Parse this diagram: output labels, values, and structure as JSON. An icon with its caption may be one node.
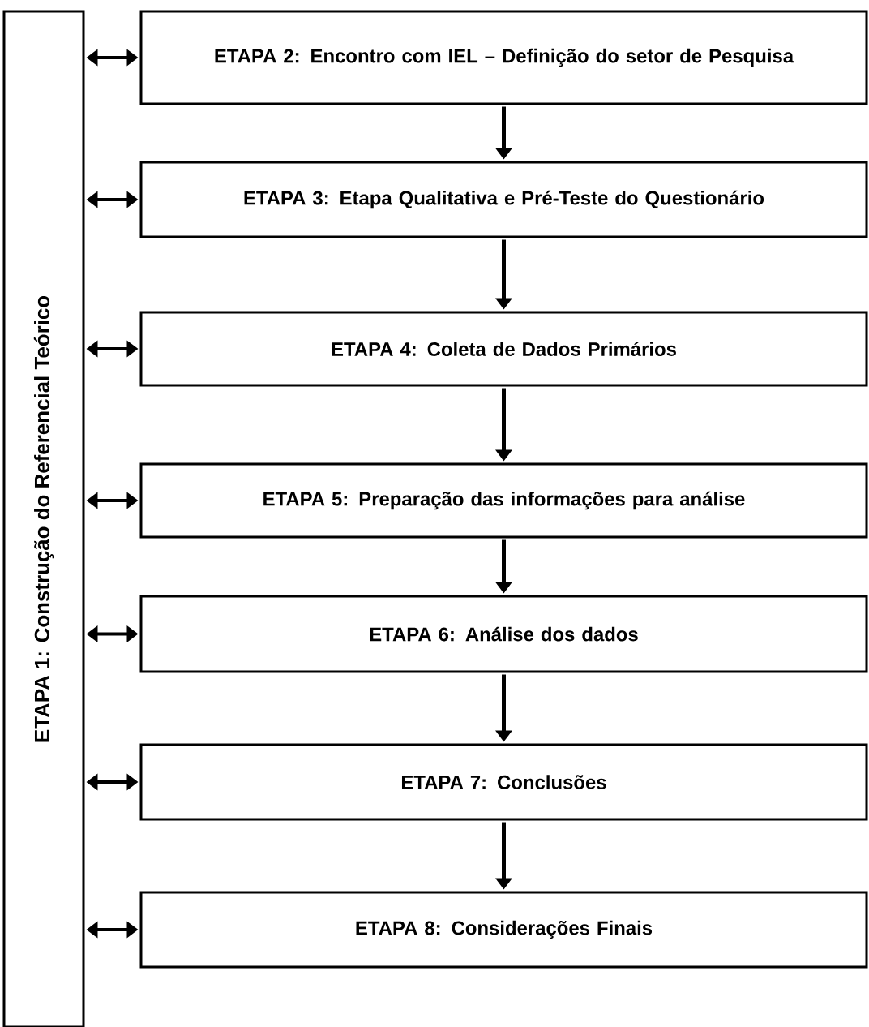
{
  "diagram": {
    "nodes": [
      {
        "text": [
          "ETAPA 1: Construção do Referencial Teórico"
        ]
      },
      {
        "text": [
          "ETAPA 2: Encontro com IEL – Definição do setor de Pesquisa"
        ]
      },
      {
        "text": [
          "ETAPA 3: Etapa Qualitativa e Pré-Teste do Questionário"
        ]
      },
      {
        "text": [
          "ETAPA 4: Coleta de Dados Primários"
        ]
      },
      {
        "text": [
          "ETAPA 5: Preparação das informações para análise"
        ]
      },
      {
        "text": [
          "ETAPA 6: Análise dos dados"
        ]
      },
      {
        "text": [
          "ETAPA 7: Conclusões"
        ]
      },
      {
        "text": [
          "ETAPA 8: Considerações Finais"
        ]
      }
    ],
    "edges": [
      {
        "from": 0,
        "to": 1,
        "arrow": "both"
      },
      {
        "from": 0,
        "to": 2,
        "arrow": "both"
      },
      {
        "from": 0,
        "to": 3,
        "arrow": "both"
      },
      {
        "from": 0,
        "to": 4,
        "arrow": "both"
      },
      {
        "from": 0,
        "to": 5,
        "arrow": "both"
      },
      {
        "from": 0,
        "to": 6,
        "arrow": "both"
      },
      {
        "from": 0,
        "to": 7,
        "arrow": "both"
      },
      {
        "from": 1,
        "to": 2,
        "arrow": "to"
      },
      {
        "from": 2,
        "to": 3,
        "arrow": "to"
      },
      {
        "from": 3,
        "to": 4,
        "arrow": "to"
      },
      {
        "from": 4,
        "to": 5,
        "arrow": "to"
      },
      {
        "from": 5,
        "to": 6,
        "arrow": "to"
      },
      {
        "from": 6,
        "to": 7,
        "arrow": "to"
      }
    ]
  }
}
